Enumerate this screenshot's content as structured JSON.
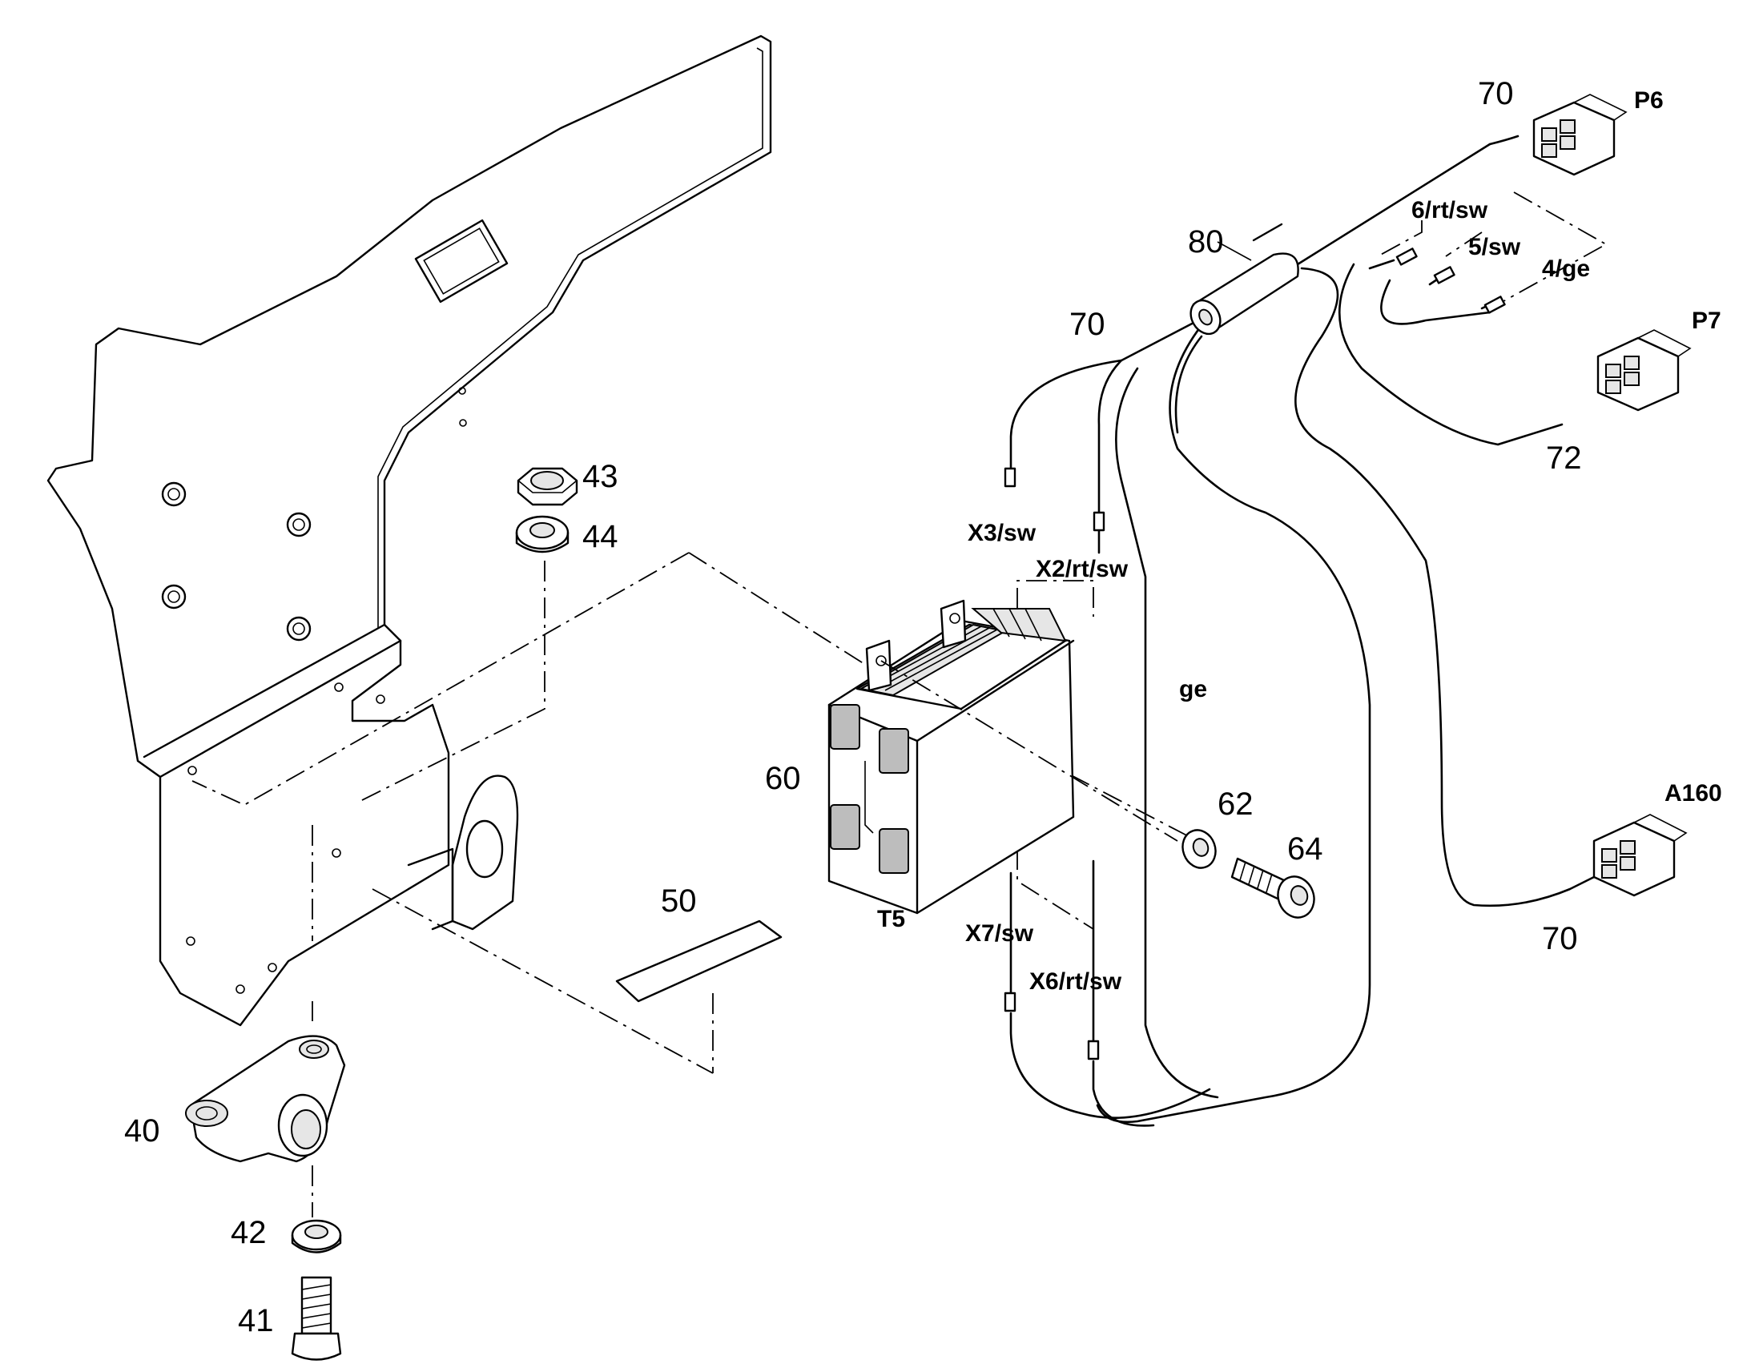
{
  "callouts": {
    "n40": "40",
    "n41": "41",
    "n42": "42",
    "n43": "43",
    "n44": "44",
    "n50": "50",
    "n60": "60",
    "n62": "62",
    "n64": "64",
    "n70_top": "70",
    "n70_mid": "70",
    "n70_bottom": "70",
    "n72": "72",
    "n80": "80"
  },
  "labels": {
    "p6": "P6",
    "p7": "P7",
    "a160": "A160",
    "t5": "T5",
    "x3": "X3/sw",
    "x2": "X2/rt/sw",
    "x7": "X7/sw",
    "x6": "X6/rt/sw",
    "ge": "ge",
    "w6": "6/rt/sw",
    "w5": "5/sw",
    "w4": "4/ge"
  }
}
